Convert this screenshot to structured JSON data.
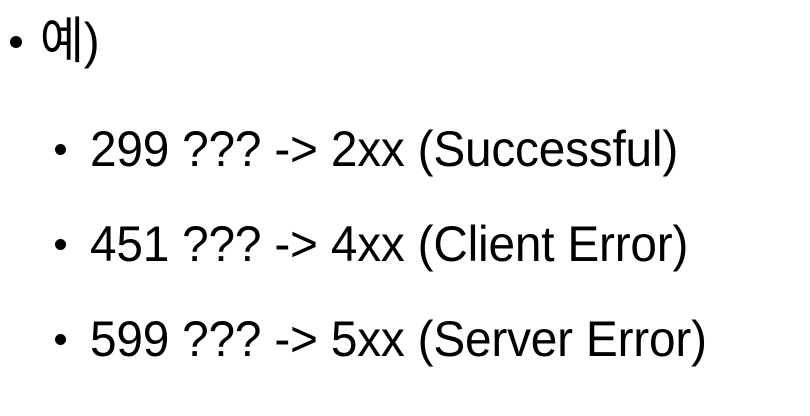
{
  "slide": {
    "background_color": "#ffffff",
    "text_color": "#000000",
    "heading": {
      "label": "예)",
      "bullet_glyph": "•"
    },
    "examples": [
      {
        "label": "299 ??? -> 2xx (Successful)",
        "bullet_glyph": "•",
        "status_code": "299",
        "unknown_marker": "???",
        "arrow": "->",
        "class": "2xx",
        "class_name": "Successful"
      },
      {
        "label": "451 ??? -> 4xx (Client Error)",
        "bullet_glyph": "•",
        "status_code": "451",
        "unknown_marker": "???",
        "arrow": "->",
        "class": "4xx",
        "class_name": "Client Error"
      },
      {
        "label": "599 ??? -> 5xx (Server Error)",
        "bullet_glyph": "•",
        "status_code": "599",
        "unknown_marker": "???",
        "arrow": "->",
        "class": "5xx",
        "class_name": "Server Error"
      }
    ]
  }
}
